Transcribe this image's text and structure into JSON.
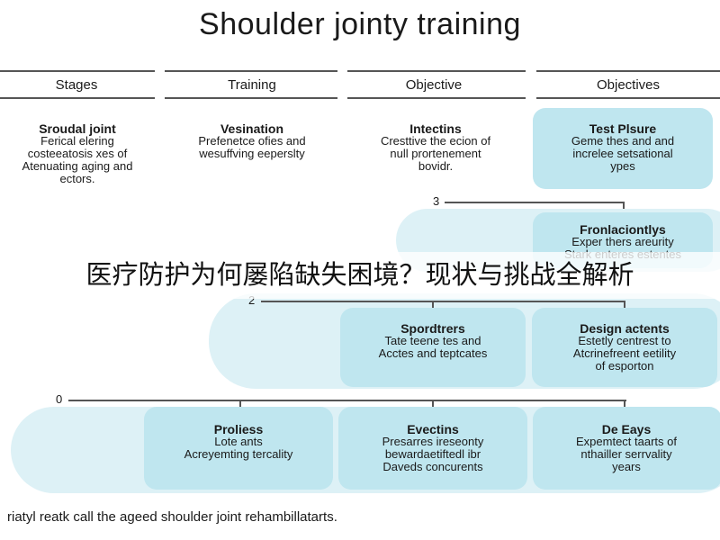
{
  "title": "Shoulder jointy training",
  "columns": [
    "Stages",
    "Training",
    "Objective",
    "Objectives"
  ],
  "row_top": [
    {
      "heading": "Sroudal joint",
      "lines": [
        "Ferical elering",
        "costeeatosis xes  of",
        "Atenuating aging and",
        "ectors."
      ]
    },
    {
      "heading": "Vesination",
      "lines": [
        "Prefenetce ofies and",
        "wesuffving eeperslty"
      ]
    },
    {
      "heading": "Intectins",
      "lines": [
        "Cresttive the ecion of",
        "null prortenement",
        "bovidr."
      ]
    },
    {
      "heading": "Test Plsure",
      "lines": [
        "Geme thes and and",
        "increlee setsational",
        "ypes"
      ]
    }
  ],
  "level_labels": [
    "3",
    "2",
    "0"
  ],
  "row_mid_upper": {
    "heading": "Fronlaciontlys",
    "lines": [
      "Exper thers areurity",
      "Stark enteres estentes"
    ]
  },
  "row_mid": [
    {
      "heading": "Spordtrers",
      "lines": [
        "Tate teene tes and",
        "Acctes and teptcates"
      ]
    },
    {
      "heading": "Design actents",
      "lines": [
        "Estetly centrest to",
        "Atcrinefreent eetility",
        "of esporton"
      ]
    }
  ],
  "row_bottom": [
    {
      "heading": "Proliess",
      "lines": [
        "Lote ants",
        "Acreyemting tercality"
      ]
    },
    {
      "heading": "Evectins",
      "lines": [
        "Presarres ireseonty",
        "bewardaetiftedl ibr",
        "Daveds concurents"
      ]
    },
    {
      "heading": "De Eays",
      "lines": [
        "Expemtect taarts of",
        "nthailler serrvality",
        "years"
      ]
    }
  ],
  "banner": "医疗防护为何屡陷缺失困境？现状与挑战全解析",
  "footer": "riatyl reatk call the ageed shoulder joint rehambillatarts."
}
